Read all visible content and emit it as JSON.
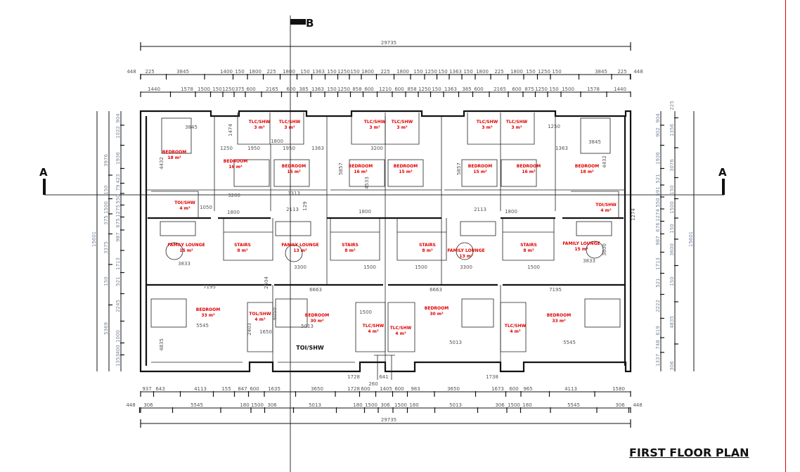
{
  "title": "FIRST FLOOR PLAN",
  "section_markers": {
    "a_left": "A",
    "a_right": "A",
    "b_top": "B"
  },
  "dims": {
    "overall_top": "29735",
    "overall_bottom": "29735",
    "top_row1": [
      "448",
      "225",
      "3845",
      "1400",
      "150",
      "1800",
      "225",
      "1800",
      "150",
      "1363",
      "150",
      "1250",
      "150",
      "1800",
      "225",
      "1800",
      "150",
      "1250",
      "150",
      "1363",
      "150",
      "1800",
      "225",
      "1800",
      "150",
      "1250",
      "150",
      "3845",
      "225",
      "448"
    ],
    "top_row2": [
      "1440",
      "1578",
      "1500",
      "150",
      "1250",
      "375",
      "600",
      "2165",
      "600",
      "385",
      "1363",
      "150",
      "1250",
      "858",
      "600",
      "1210",
      "600",
      "858",
      "1250",
      "150",
      "1363",
      "385",
      "600",
      "2165",
      "600",
      "875",
      "1250",
      "150",
      "1500",
      "1578",
      "1440"
    ],
    "bottom_row1": [
      "937",
      "643",
      "4113",
      "155",
      "847",
      "600",
      "1635",
      "3650",
      "1728",
      "600",
      "1405",
      "600",
      "983",
      "3650",
      "1673",
      "600",
      "965",
      "4113",
      "1580"
    ],
    "bottom_row2": [
      "448",
      "306",
      "5545",
      "180",
      "1500",
      "306",
      "5013",
      "180",
      "1500",
      "306",
      "1500",
      "180",
      "5013",
      "306",
      "1500",
      "180",
      "5545",
      "306",
      "448"
    ],
    "left_overall": "15601",
    "left_col1": [
      "3976",
      "150",
      "1500",
      "375",
      "3375",
      "150",
      "5369"
    ],
    "left_col2": [
      "904",
      "1022",
      "1936",
      "423",
      "79",
      "550",
      "1275",
      "675",
      "987",
      "1713",
      "521",
      "2245",
      "1000",
      "400",
      "1353"
    ],
    "right_overall": "15601",
    "right_col1": [
      "225",
      "1356",
      "3076",
      "150",
      "1500",
      "150",
      "3600",
      "150",
      "4835",
      "306"
    ],
    "right_col2": [
      "904",
      "902",
      "1936",
      "521",
      "591",
      "550",
      "1274",
      "676",
      "987",
      "1713",
      "521",
      "2222",
      "619",
      "748",
      "1337"
    ],
    "interior": [
      "3845",
      "4432",
      "3200",
      "1050",
      "1800",
      "3833",
      "1250",
      "1950",
      "1474",
      "1800",
      "1950",
      "1363",
      "3313",
      "2113",
      "129",
      "3300",
      "1500",
      "5857",
      "3200",
      "1800",
      "4533",
      "2504",
      "7195",
      "6663",
      "6050",
      "1650",
      "2403",
      "4835",
      "5545",
      "5013",
      "1500",
      "2113",
      "3300",
      "1500",
      "5857",
      "1250",
      "1363",
      "1800",
      "4432",
      "3845",
      "3833",
      "1274",
      "3600",
      "6663",
      "7195",
      "5013",
      "5545",
      "1500",
      "260",
      "641",
      "1728",
      "1738"
    ]
  },
  "rooms": [
    {
      "name": "BEDROOM",
      "area": "18 m²"
    },
    {
      "name": "BEDROOM",
      "area": "16 m²"
    },
    {
      "name": "BEDROOM",
      "area": "15 m²"
    },
    {
      "name": "BEDROOM",
      "area": "16 m²"
    },
    {
      "name": "BEDROOM",
      "area": "15 m²"
    },
    {
      "name": "BEDROOM",
      "area": "15 m²"
    },
    {
      "name": "BEDROOM",
      "area": "16 m²"
    },
    {
      "name": "BEDROOM",
      "area": "18 m²"
    },
    {
      "name": "TLC/SHW",
      "area": "3 m²"
    },
    {
      "name": "TLC/SHW",
      "area": "3 m²"
    },
    {
      "name": "TLC/SHW",
      "area": "3 m²"
    },
    {
      "name": "TLC/SHW",
      "area": "3 m²"
    },
    {
      "name": "TLC/SHW",
      "area": "3 m²"
    },
    {
      "name": "TLC/SHW",
      "area": "3 m²"
    },
    {
      "name": "TOI/SHW",
      "area": "4 m²"
    },
    {
      "name": "TOI/SHW",
      "area": "4 m²"
    },
    {
      "name": "FAMILY LOUNGE",
      "area": "15 m²"
    },
    {
      "name": "FAMILY LOUNGE",
      "area": "13 m²"
    },
    {
      "name": "FAMILY LOUNGE",
      "area": "13 m²"
    },
    {
      "name": "FAMILY LOUNGE",
      "area": "15 m²"
    },
    {
      "name": "STAIRS",
      "area": "8 m²"
    },
    {
      "name": "STAIRS",
      "area": "8 m²"
    },
    {
      "name": "STAIRS",
      "area": "8 m²"
    },
    {
      "name": "STAIRS",
      "area": "8 m²"
    },
    {
      "name": "BEDROOM",
      "area": "33 m²"
    },
    {
      "name": "BEDROOM",
      "area": "30 m²"
    },
    {
      "name": "BEDROOM",
      "area": "30 m²"
    },
    {
      "name": "BEDROOM",
      "area": "33 m²"
    },
    {
      "name": "TOL/SHW",
      "area": "4 m²"
    },
    {
      "name": "TLC/SHW",
      "area": "4 m²"
    },
    {
      "name": "TLC/SHW",
      "area": "4 m²"
    },
    {
      "name": "TLC/SHW",
      "area": "4 m²"
    }
  ],
  "unlabeled_room": "TOI/SHW",
  "colors": {
    "room_label": "#e00000",
    "wall": "#111111",
    "dimension_text": "#555555",
    "border": "#e00000"
  }
}
